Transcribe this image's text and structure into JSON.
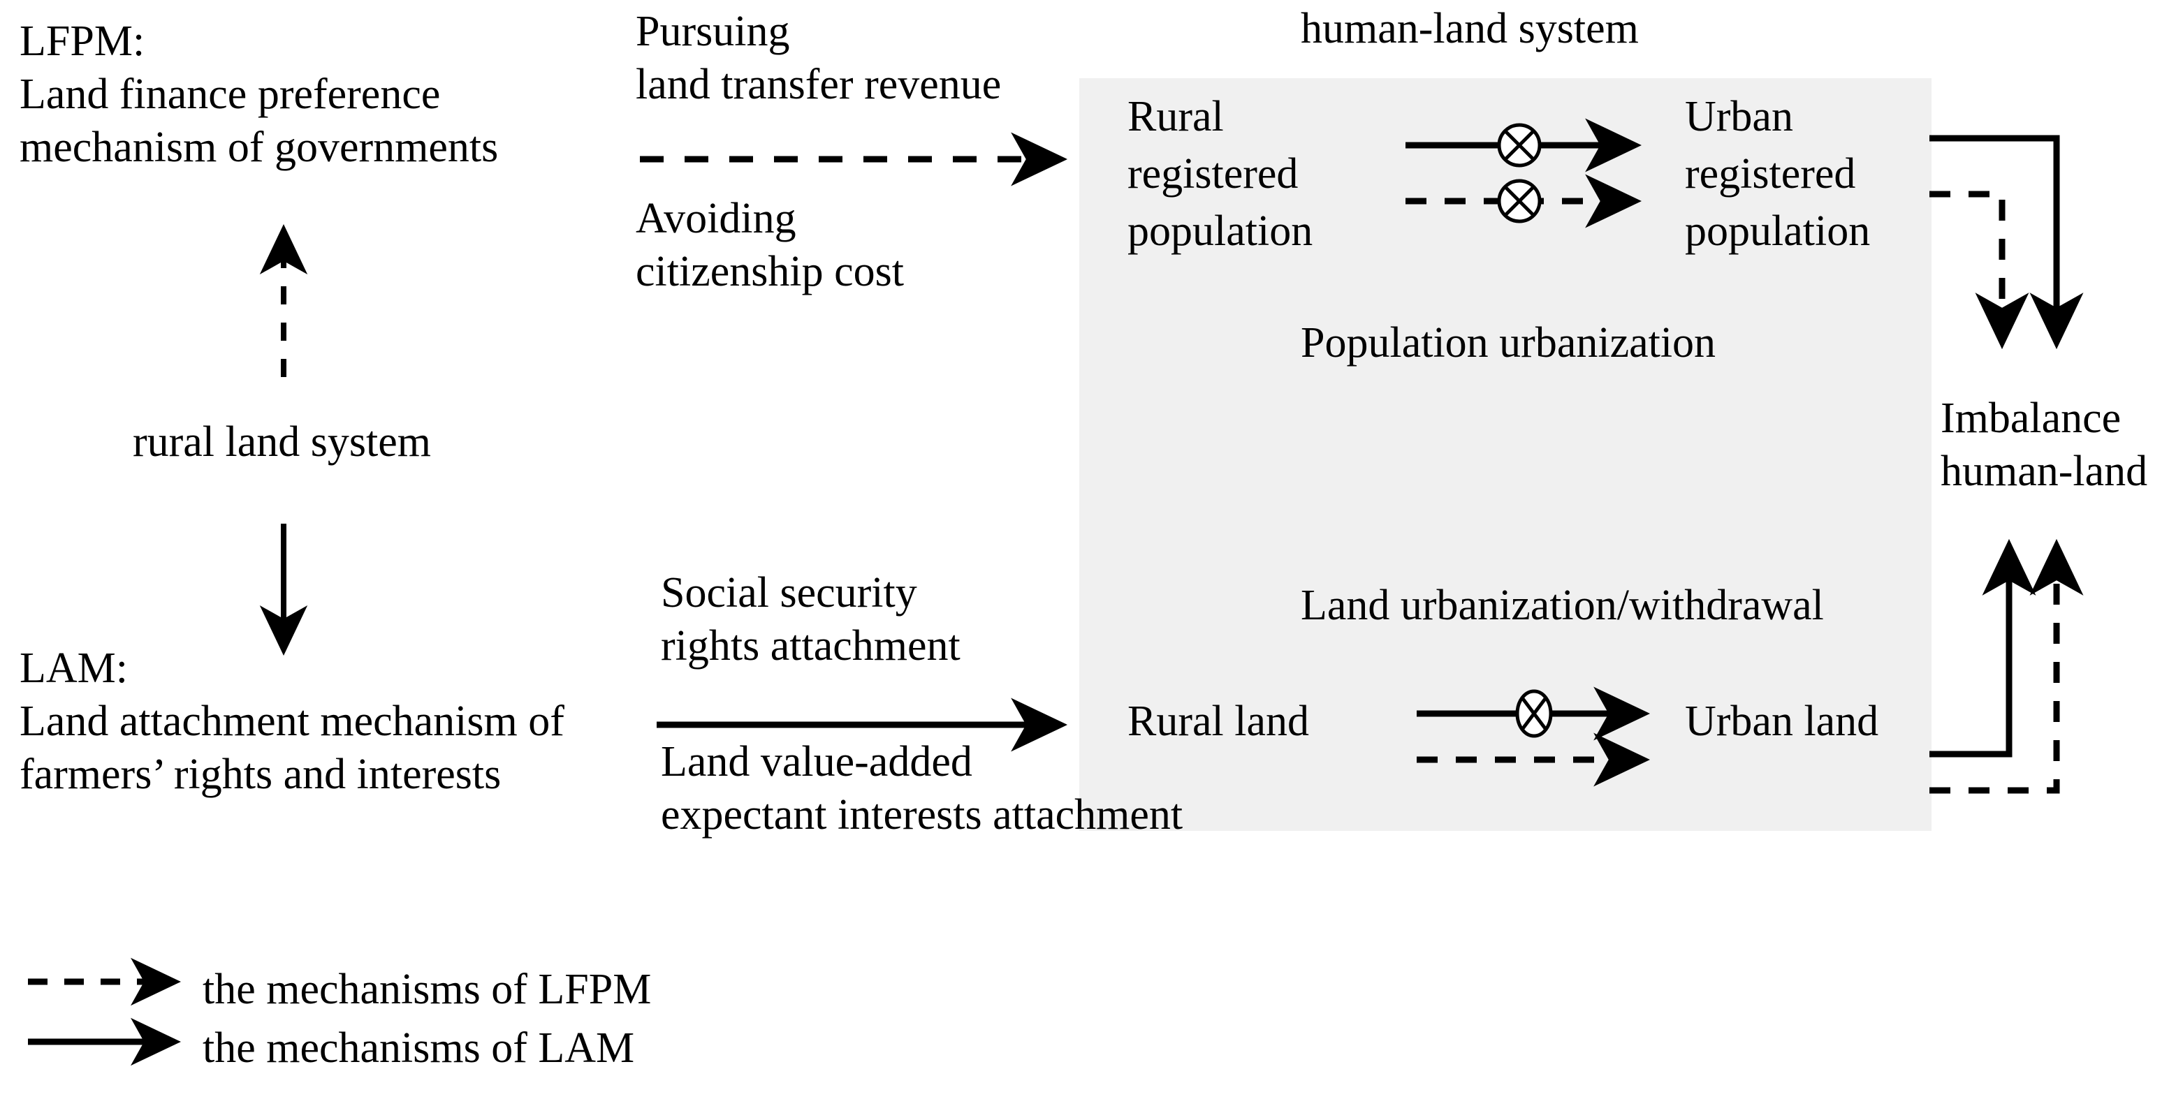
{
  "figure": {
    "type": "conceptual-flow-diagram",
    "background_color": "#ffffff",
    "system_box_color": "#f0f0f0",
    "line_color": "#000000"
  },
  "left_column": {
    "lfpm_abbrev": "LFPM:",
    "lfpm_line1": "Land finance preference",
    "lfpm_line2": "mechanism of governments",
    "middle_node": "rural land system",
    "lam_abbrev": "LAM:",
    "lam_line1": "Land attachment mechanism of",
    "lam_line2": "farmers’ rights and interests"
  },
  "connector_labels": {
    "top_above_line1": "Pursuing",
    "top_above_line2": "land transfer revenue",
    "top_below_line1": "Avoiding",
    "top_below_line2": "citizenship cost",
    "bottom_above_line1": "Social security",
    "bottom_above_line2": "rights attachment",
    "bottom_below_line1": "Land value-added",
    "bottom_below_line2": "expectant interests attachment"
  },
  "system": {
    "title": "human-land system",
    "population": {
      "source_line1": "Rural",
      "source_line2": "registered",
      "source_line3": "population",
      "target_line1": "Urban",
      "target_line2": "registered",
      "target_line3": "population",
      "process_label": "Population urbanization"
    },
    "land": {
      "process_label": "Land urbanization/withdrawal",
      "source": "Rural land",
      "target": "Urban land"
    }
  },
  "outcome": {
    "line1": "Imbalance",
    "line2": "human-land"
  },
  "legend": {
    "items": [
      {
        "style": "dashed",
        "label": "the mechanisms of LFPM"
      },
      {
        "style": "solid",
        "label": "the mechanisms of LAM"
      }
    ]
  },
  "icons": {
    "blocked_flow": "circled-cross-icon",
    "arrow": "arrow-right-icon"
  }
}
